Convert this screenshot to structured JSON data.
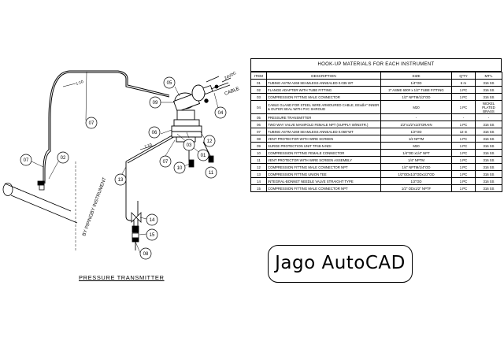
{
  "table": {
    "title": "HOOK-UP MATERIALS FOR EACH INSTRUMENT",
    "columns": [
      "ITEM",
      "DESCRIPTION",
      "SIZE",
      "Q'TY",
      "MT'L"
    ],
    "rows": [
      {
        "item": "01",
        "desc": "TUBING ASTM A269 SEAMLESS ANNEALED 0.035 WT",
        "size": "1/4\"OD",
        "qty": "6 m",
        "mtl": "316 SS"
      },
      {
        "item": "02",
        "desc": "FLANGE ADAPTER WITH TUBE FITTING",
        "size": "2\" ASME 600# x 1/2\" TUBE FITTING",
        "qty": "1 PC",
        "mtl": "316 SS"
      },
      {
        "item": "03",
        "desc": "COMPRESSION FITTING MALE CONNECTOR",
        "size": "1/2\" NPTM/1/2\"OD",
        "qty": "1 PC",
        "mtl": "316 SS"
      },
      {
        "item": "04",
        "desc": "CABLE GLAND FOR STEEL WIRE ARMOURED CABLE, EExdlA\" INNER & OUTER SEAL WITH PVC SHROUD",
        "size": "M20",
        "qty": "1 PC",
        "mtl": "NICKEL PLATED BRASS"
      },
      {
        "item": "05",
        "desc": "PRESSURE TRANSMITTER",
        "size": "-",
        "qty": "-",
        "mtl": "-"
      },
      {
        "item": "06",
        "desc": "TWO WAY VALVE MANIFOLD FEMALE NPT (SUPPLY W/INSTR.)",
        "size": "1/2\"x1/2\"x1/4\"DRAIN",
        "qty": "1 PC",
        "mtl": "316 SS"
      },
      {
        "item": "07",
        "desc": "TUBING ASTM A269 SEAMLESS ANNEALED 0.065\"WT",
        "size": "1/2\"OD",
        "qty": "12 m",
        "mtl": "316 SS"
      },
      {
        "item": "08",
        "desc": "VENT PROTECTOR WITH WIRE SCREEN",
        "size": "1/2 NPTM",
        "qty": "1 PC",
        "mtl": "316 SS"
      },
      {
        "item": "09",
        "desc": "SURGE PROTECTION UNIT TP48-N-NDI",
        "size": "M20",
        "qty": "1 PC",
        "mtl": "316 SS"
      },
      {
        "item": "10",
        "desc": "COMPRESSION FITTING FEMALE CONNECTOR",
        "size": "1/4\"OD x1/4\" NPT",
        "qty": "1 PC",
        "mtl": "316 SS"
      },
      {
        "item": "11",
        "desc": "VENT PROTECTOR  WITH WIRE SCREEN ASSEMBLY",
        "size": "1/4\" NPTM",
        "qty": "1 PC",
        "mtl": "316 SS"
      },
      {
        "item": "12",
        "desc": "COMPRESSION FITTING MALE CONNECTOR NPT",
        "size": "1/4\" NPTM/1/4\"OD",
        "qty": "1 PC",
        "mtl": "316 SS"
      },
      {
        "item": "13",
        "desc": "COMPRESSION FITTING UNION TEE",
        "size": "1/2\"ODx1/2\"ODx1/2\"OD",
        "qty": "1 PC",
        "mtl": "316 SS"
      },
      {
        "item": "14",
        "desc": "INTEGRAL-BONNET NEEDLE VALVE STRAIGHT TYPE",
        "size": "1/2\"OD",
        "qty": "1 PC",
        "mtl": "316 SS"
      },
      {
        "item": "15",
        "desc": "COMPRESSION FITTING MALE CONNECTOR NPT",
        "size": "1/2\" ODx1/2\" NPTF",
        "qty": "1 PC",
        "mtl": "316 SS"
      }
    ]
  },
  "logo": "Jago AutoCAD",
  "drawing": {
    "title": "PRESSURE TRANSMITTER",
    "piping_note": "BY PIPING",
    "instrument_note": "BY INSTRUMENT",
    "slope_label_1": "1:10",
    "slope_label_2": "1:10",
    "power_label": "24VDC",
    "cable_label": "CABLE",
    "callouts": [
      "05",
      "09",
      "04",
      "06",
      "03",
      "12",
      "01",
      "07",
      "07",
      "02",
      "07",
      "13",
      "10",
      "11",
      "14",
      "15",
      "08"
    ]
  }
}
